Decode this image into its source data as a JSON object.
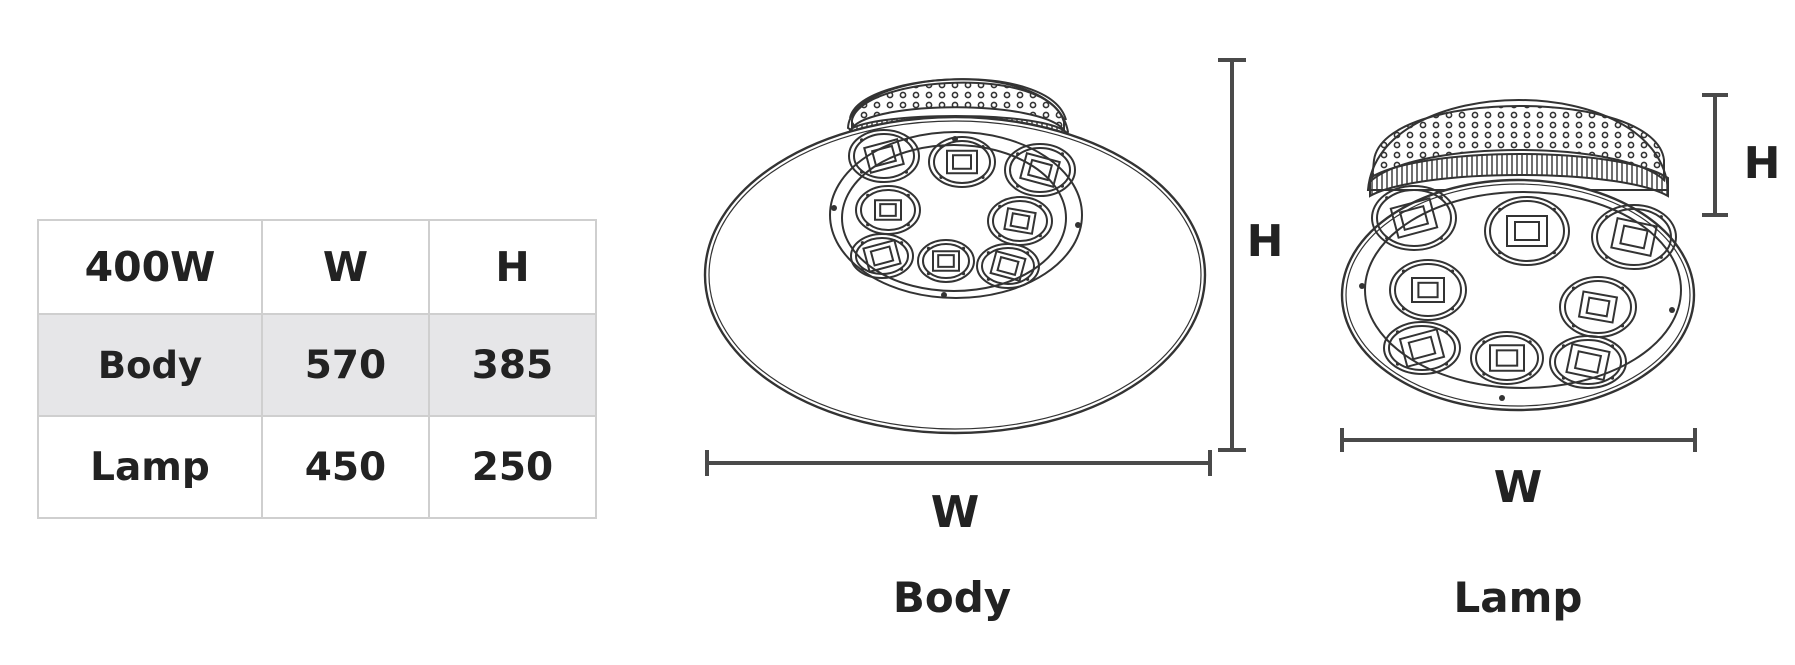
{
  "table": {
    "header": [
      "400W",
      "W",
      "H"
    ],
    "rows": [
      [
        "Body",
        "570",
        "385"
      ],
      [
        "Lamp",
        "450",
        "250"
      ]
    ]
  },
  "body_drawing": {
    "width_label": "W",
    "height_label": "H",
    "caption": "Body"
  },
  "lamp_drawing": {
    "width_label": "W",
    "height_label": "H",
    "caption": "Lamp"
  },
  "colors": {
    "line": "#333333",
    "dimension": "#4a4a4a",
    "table_border": "#cfcfcf",
    "table_shade": "#e6e6e8"
  }
}
